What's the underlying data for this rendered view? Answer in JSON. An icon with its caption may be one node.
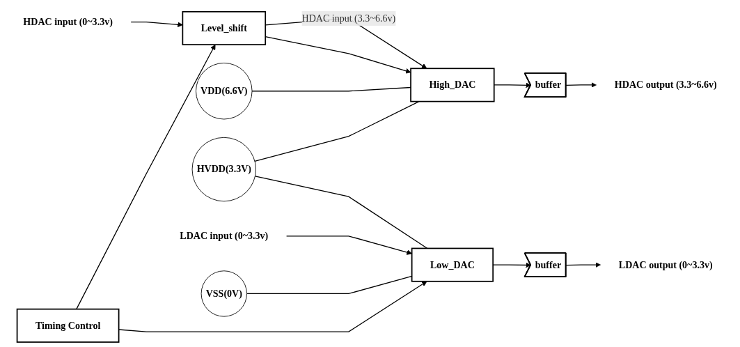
{
  "diagram": {
    "nodes": [
      {
        "text": [
          "HDAC input (0~3.3v)"
        ]
      },
      {
        "text": [
          "Level_shift"
        ]
      },
      {
        "text": [
          "Timing Control"
        ]
      },
      {
        "text": [
          "High_DAC"
        ]
      },
      {
        "text": [
          "buffer"
        ]
      },
      {
        "text": [
          "HDAC output (3.3~6.6v)"
        ]
      },
      {
        "text": [
          "VDD(6.6V)"
        ]
      },
      {
        "text": [
          "HVDD(3.3V)"
        ]
      },
      {
        "text": [
          "Low_DAC"
        ]
      },
      {
        "text": [
          "buffer"
        ]
      },
      {
        "text": [
          "LDAC output (0~3.3v)"
        ]
      },
      {
        "text": [
          "LDAC input (0~3.3v)"
        ]
      },
      {
        "text": [
          "VSS(0V)"
        ]
      }
    ],
    "edges": [
      {
        "from": 0,
        "to": 1,
        "arrow": "to"
      },
      {
        "from": 2,
        "to": 1,
        "arrow": "to"
      },
      {
        "from": 2,
        "to": 8,
        "arrow": "to"
      },
      {
        "from": 1,
        "to": 3,
        "arrow": "to",
        "label": "HDAC input (3.3~6.6v)"
      },
      {
        "from": 1,
        "to": 3,
        "arrow": "to"
      },
      {
        "from": 3,
        "to": 4,
        "arrow": "to"
      },
      {
        "from": 4,
        "to": 5,
        "arrow": "to"
      },
      {
        "from": 6,
        "to": 3,
        "arrow": "none"
      },
      {
        "from": 7,
        "to": 3,
        "arrow": "none"
      },
      {
        "from": 7,
        "to": 8,
        "arrow": "none"
      },
      {
        "from": 11,
        "to": 8,
        "arrow": "to"
      },
      {
        "from": 8,
        "to": 9,
        "arrow": "to"
      },
      {
        "from": 9,
        "to": 10,
        "arrow": "to"
      },
      {
        "from": 12,
        "to": 8,
        "arrow": "none"
      }
    ]
  }
}
